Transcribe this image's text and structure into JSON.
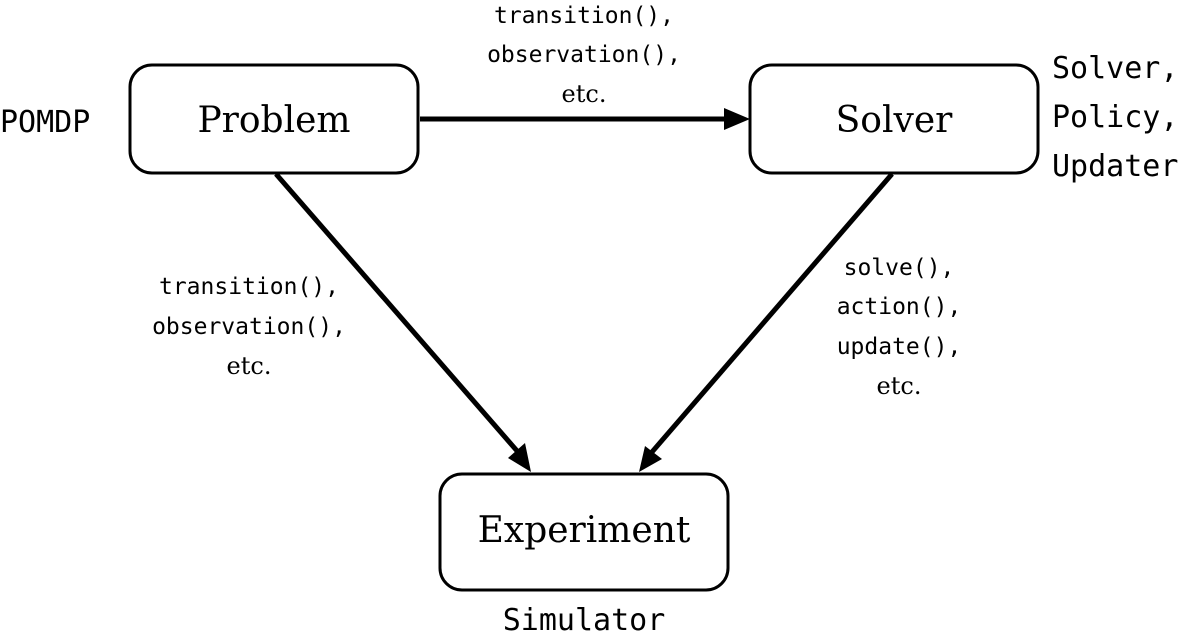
{
  "nodes": {
    "problem": "Problem",
    "solver": "Solver",
    "experiment": "Experiment"
  },
  "side_labels": {
    "problem": "POMDP",
    "solver": [
      "Solver,",
      "Policy,",
      "Updater"
    ],
    "experiment": "Simulator"
  },
  "edges": {
    "problem_to_solver": [
      "transition(),",
      "observation(),",
      "etc."
    ],
    "problem_to_experiment": [
      "transition(),",
      "observation(),",
      "etc."
    ],
    "solver_to_experiment": [
      "solve(),",
      "action(),",
      "update(),",
      "etc."
    ]
  }
}
